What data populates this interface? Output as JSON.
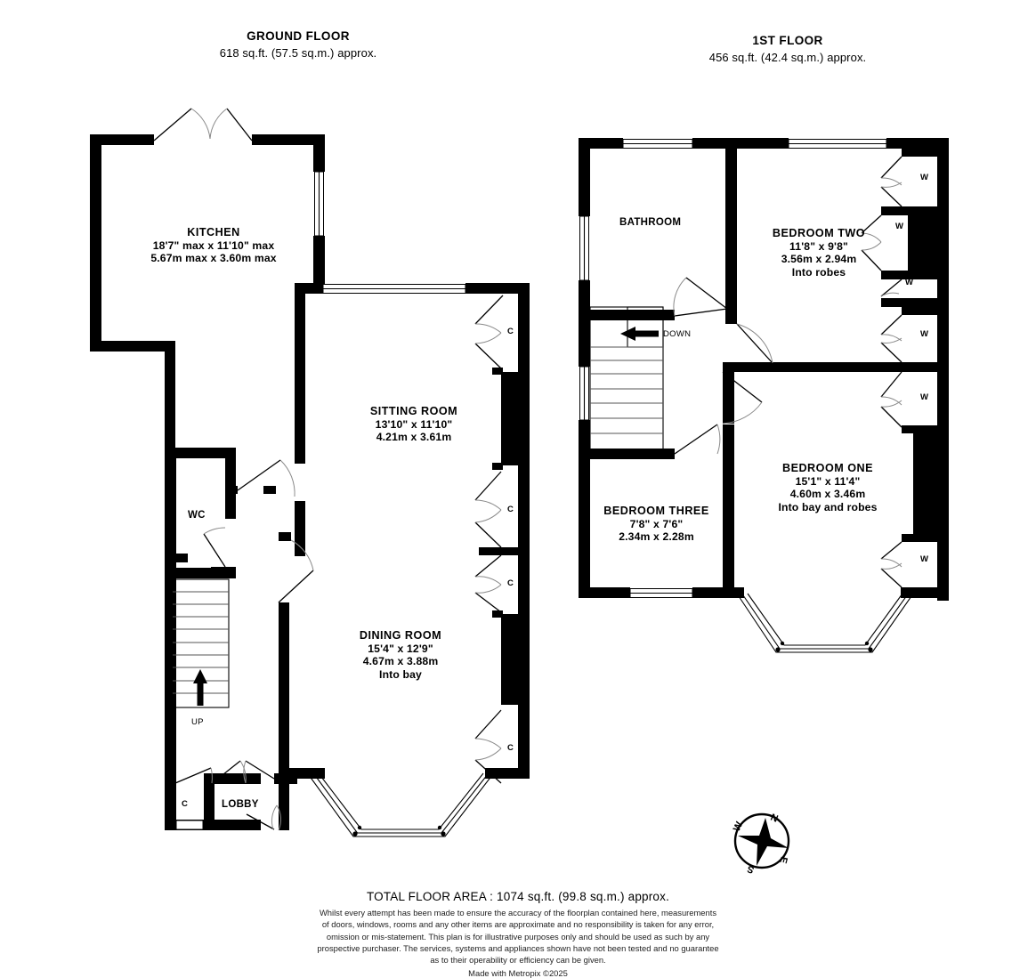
{
  "floors": [
    {
      "id": "ground",
      "title": "GROUND FLOOR",
      "area": "618 sq.ft. (57.5 sq.m.) approx.",
      "rooms": [
        {
          "name": "KITCHEN",
          "dim_imperial": "18'7\" max x 11'10\" max",
          "dim_metric": "5.67m max x 3.60m max",
          "note": ""
        },
        {
          "name": "SITTING ROOM",
          "dim_imperial": "13'10\"  x 11'10\"",
          "dim_metric": "4.21m  x 3.61m",
          "note": ""
        },
        {
          "name": "DINING ROOM",
          "dim_imperial": "15'4\"  x 12'9\"",
          "dim_metric": "4.67m  x 3.88m",
          "note": "Into bay"
        }
      ],
      "small_rooms": [
        {
          "label": "WC"
        },
        {
          "label": "LOBBY"
        }
      ],
      "cupboards": [
        {
          "label": "C"
        },
        {
          "label": "C"
        },
        {
          "label": "C"
        },
        {
          "label": "C"
        },
        {
          "label": "C"
        }
      ],
      "stairs": {
        "direction_label": "UP"
      }
    },
    {
      "id": "first",
      "title": "1ST FLOOR",
      "area": "456 sq.ft. (42.4 sq.m.) approx.",
      "rooms": [
        {
          "name": "BEDROOM TWO",
          "dim_imperial": "11'8\"  x 9'8\"",
          "dim_metric": "3.56m  x 2.94m",
          "note": "Into robes"
        },
        {
          "name": "BEDROOM ONE",
          "dim_imperial": "15'1\"  x 11'4\"",
          "dim_metric": "4.60m  x 3.46m",
          "note": "Into bay and robes"
        },
        {
          "name": "BEDROOM THREE",
          "dim_imperial": "7'8\"  x 7'6\"",
          "dim_metric": "2.34m  x 2.28m",
          "note": ""
        }
      ],
      "small_rooms": [
        {
          "label": "BATHROOM"
        }
      ],
      "wardrobes": [
        {
          "label": "W"
        },
        {
          "label": "W"
        },
        {
          "label": "W"
        },
        {
          "label": "W"
        },
        {
          "label": "W"
        },
        {
          "label": "W"
        }
      ],
      "stairs": {
        "direction_label": "DOWN"
      }
    }
  ],
  "compass": {
    "north": "N",
    "east": "E",
    "south": "S",
    "west": "W"
  },
  "footer": {
    "total_area": "TOTAL FLOOR AREA : 1074 sq.ft. (99.8 sq.m.) approx.",
    "disclaimer_lines": [
      "Whilst every attempt has been made to ensure the accuracy of the floorplan contained here, measurements",
      "of doors, windows, rooms and any other items are approximate and no responsibility is taken for any error,",
      "omission or mis-statement. This plan is for illustrative purposes only and should be used as such by any",
      "prospective purchaser. The services, systems and appliances shown have not been tested and no guarantee",
      "as to their operability or efficiency can be given."
    ],
    "made_with": "Made with Metropix ©2025"
  },
  "colors": {
    "wall": "#000000",
    "background": "#ffffff",
    "text": "#000000",
    "disclaimer_text": "#222222"
  }
}
